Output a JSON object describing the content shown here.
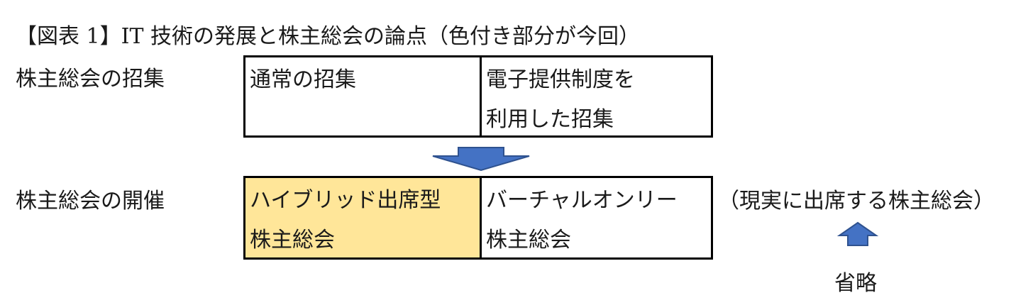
{
  "title": "【図表 1】IT 技術の発展と株主総会の論点（色付き部分が今回）",
  "row1": {
    "label": "株主総会の招集",
    "cells": [
      {
        "line1": "通常の招集",
        "line2": ""
      },
      {
        "line1": "電子提供制度を",
        "line2": "利用した招集"
      }
    ]
  },
  "row2": {
    "label": "株主総会の開催",
    "cells": [
      {
        "line1": "ハイブリッド出席型",
        "line2": "株主総会"
      },
      {
        "line1": "バーチャルオンリー",
        "line2": "株主総会"
      }
    ]
  },
  "side_note": "（現実に出席する株主総会）",
  "omitted_label": "省略",
  "colors": {
    "highlight": "#ffe699",
    "arrow_fill": "#4472c4",
    "arrow_stroke": "#2f528f"
  }
}
